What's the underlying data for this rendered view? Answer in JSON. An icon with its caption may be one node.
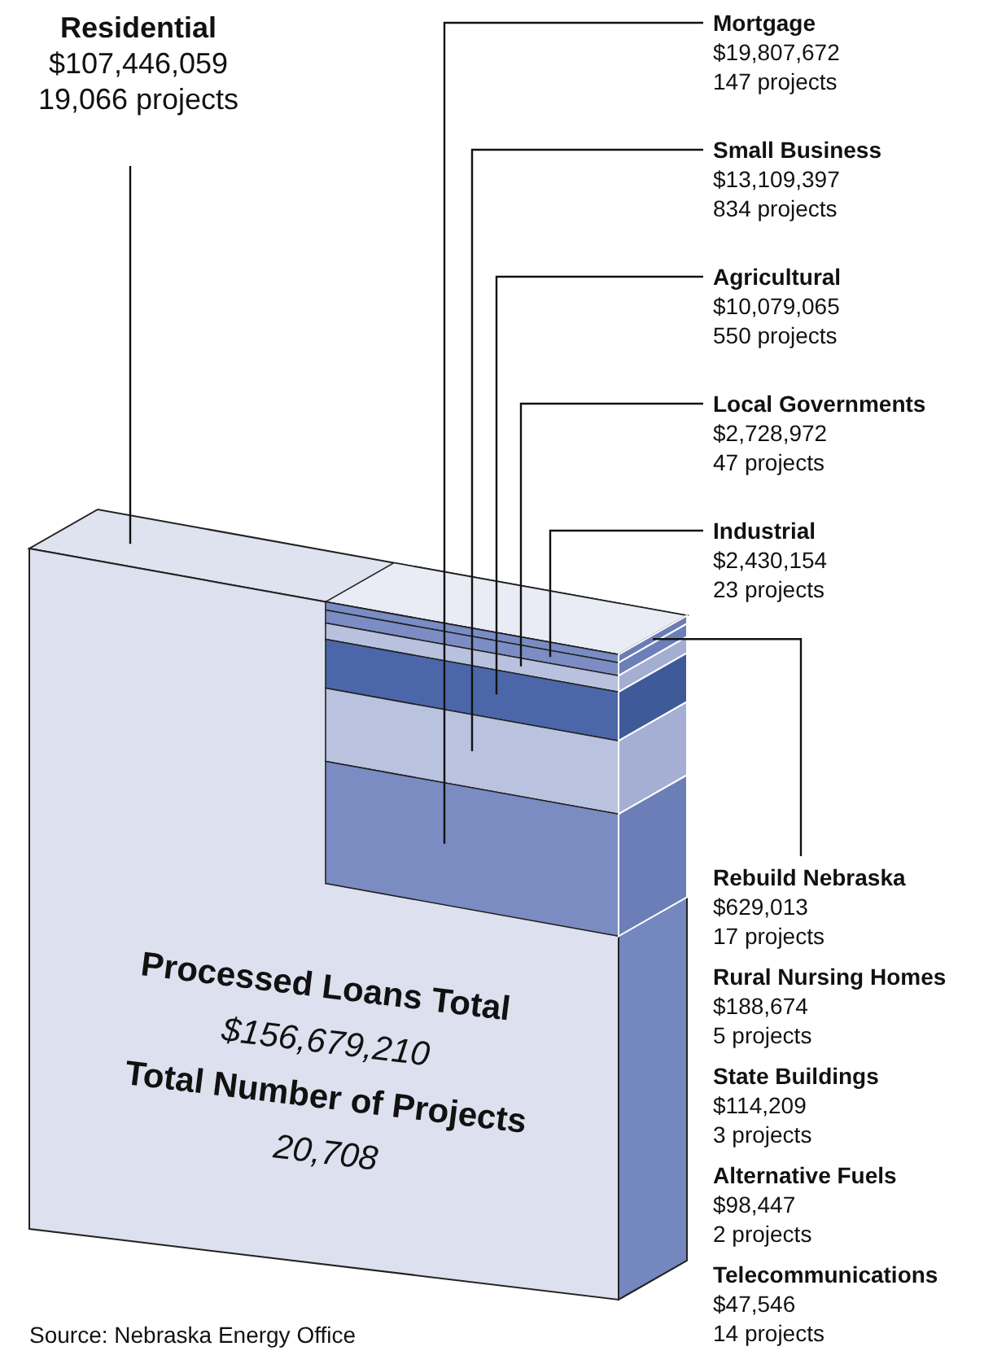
{
  "diagram": {
    "nodes": [
      {
        "text": [
          "Residential",
          "$107,446,059",
          "19,066 projects"
        ]
      },
      {
        "text": [
          "Mortgage",
          "$19,807,672",
          "147 projects"
        ]
      },
      {
        "text": [
          "Small Business",
          "$13,109,397",
          "834 projects"
        ]
      },
      {
        "text": [
          "Agricultural",
          "$10,079,065",
          "550 projects"
        ]
      },
      {
        "text": [
          "Local Governments",
          "$2,728,972",
          "47 projects"
        ]
      },
      {
        "text": [
          "Industrial",
          "$2,430,154",
          "23 projects"
        ]
      },
      {
        "text": [
          "Rebuild Nebraska",
          "$629,013",
          "17 projects"
        ]
      },
      {
        "text": [
          "Processed Loans Total",
          "$156,679,210",
          "Total Number of Projects",
          "20,708"
        ]
      },
      {
        "text": [],
        "shape": "bar",
        "in": 7
      },
      {
        "text": [],
        "shape": "bar",
        "in": 7
      },
      {
        "text": [],
        "shape": "bar",
        "in": 7
      },
      {
        "text": [],
        "shape": "bar",
        "in": 7
      },
      {
        "text": [],
        "shape": "bar",
        "in": 7
      },
      {
        "text": [],
        "shape": "bar",
        "in": 7
      }
    ],
    "edges": [
      {
        "from": 0,
        "to": 7,
        "arrow": "none"
      },
      {
        "from": 1,
        "to": 13,
        "arrow": "none"
      },
      {
        "from": 2,
        "to": 12,
        "arrow": "none"
      },
      {
        "from": 3,
        "to": 11,
        "arrow": "none"
      },
      {
        "from": 4,
        "to": 10,
        "arrow": "none"
      },
      {
        "from": 5,
        "to": 9,
        "arrow": "none"
      },
      {
        "from": 6,
        "to": 8,
        "arrow": "none"
      }
    ],
    "labels": [
      "Rural Nursing Homes",
      "$188,674",
      "5 projects",
      "State Buildings",
      "$114,209",
      "3 projects",
      "Alternative Fuels",
      "$98,447",
      "2 projects",
      "Telecommunications",
      "$47,546",
      "14 projects",
      "Source: Nebraska Energy Office"
    ]
  }
}
